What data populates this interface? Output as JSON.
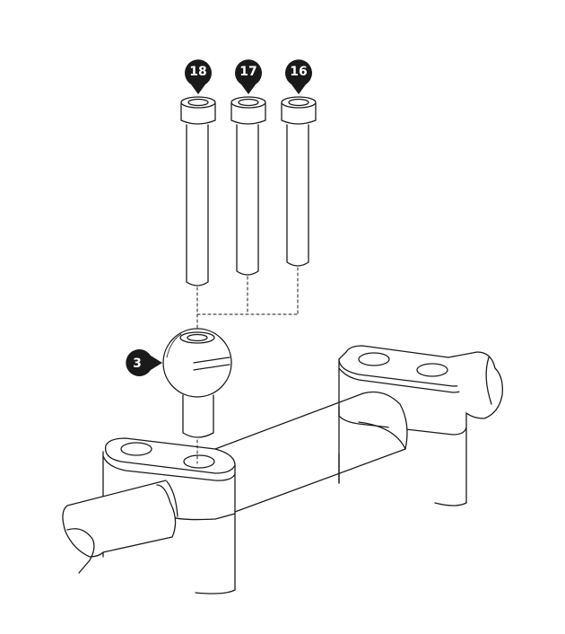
{
  "diagram": {
    "line_color": "#1a1a1a",
    "callout_color": "#1a1a1a",
    "callout_text_color": "#ffffff",
    "callouts": [
      {
        "id": "bolt-18",
        "label": "18",
        "icon": "map-pin-callout"
      },
      {
        "id": "bolt-17",
        "label": "17",
        "icon": "map-pin-callout"
      },
      {
        "id": "bolt-16",
        "label": "16",
        "icon": "map-pin-callout"
      },
      {
        "id": "ball-mount",
        "label": "3",
        "icon": "circle-callout"
      }
    ],
    "parts": [
      "cap-screw",
      "cap-screw",
      "cap-screw",
      "ball-mount",
      "clamp-bar-assembly"
    ]
  }
}
